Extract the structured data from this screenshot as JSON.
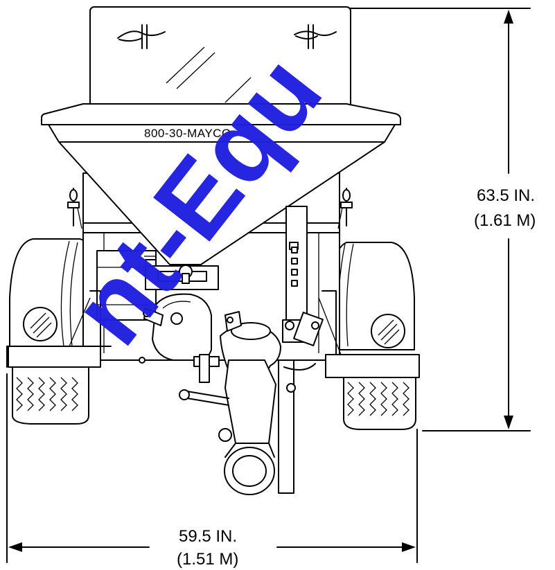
{
  "diagram": {
    "hopper_label": "800-30-MAYCO",
    "watermark": "nt-Equ",
    "height_dimension": {
      "imperial": "63.5 IN.",
      "metric": "(1.61 M)"
    },
    "width_dimension": {
      "imperial": "59.5 IN.",
      "metric": "(1.51 M)"
    },
    "colors": {
      "line": "#000000",
      "watermark": "#1f1fe0",
      "background": "#ffffff"
    }
  }
}
